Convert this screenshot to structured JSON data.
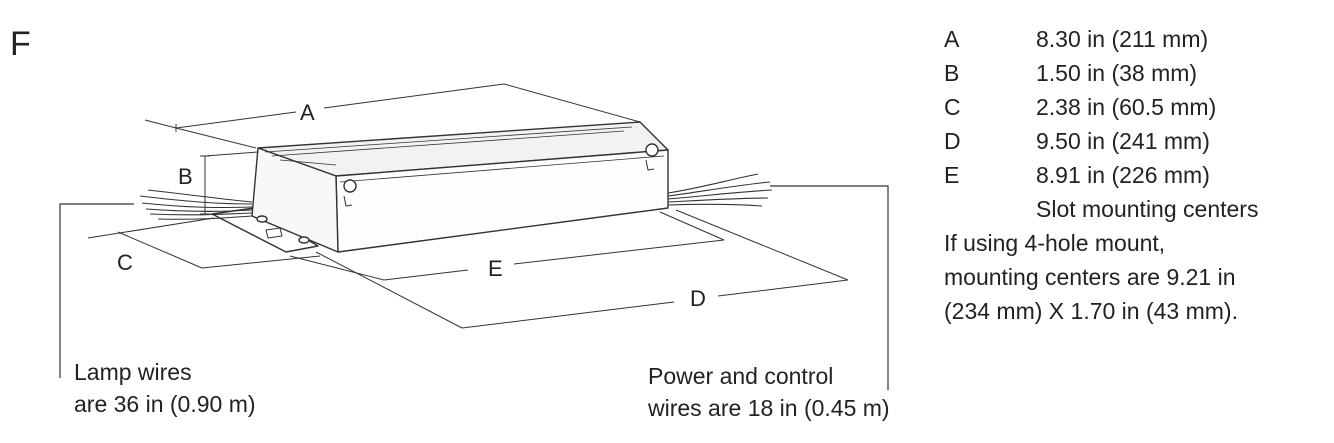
{
  "figure_label": "F",
  "dimension_letters": [
    "A",
    "B",
    "C",
    "D",
    "E"
  ],
  "dimensions": [
    {
      "letter": "A",
      "value": "8.30 in (211 mm)"
    },
    {
      "letter": "B",
      "value": "1.50 in (38 mm)"
    },
    {
      "letter": "C",
      "value": "2.38 in (60.5 mm)"
    },
    {
      "letter": "D",
      "value": "9.50 in (241 mm)"
    },
    {
      "letter": "E",
      "value": "8.91 in (226 mm)"
    }
  ],
  "slot_note": "Slot mounting centers",
  "four_hole_note": {
    "line1": "If using 4-hole mount,",
    "line2": "mounting centers are 9.21 in",
    "line3": "(234 mm) X 1.70 in (43 mm)."
  },
  "lamp_wires": {
    "line1": "Lamp wires",
    "line2": "are 36 in (0.90 m)"
  },
  "power_wires": {
    "line1": "Power and control",
    "line2": "wires are 18 in (0.45 m)"
  }
}
